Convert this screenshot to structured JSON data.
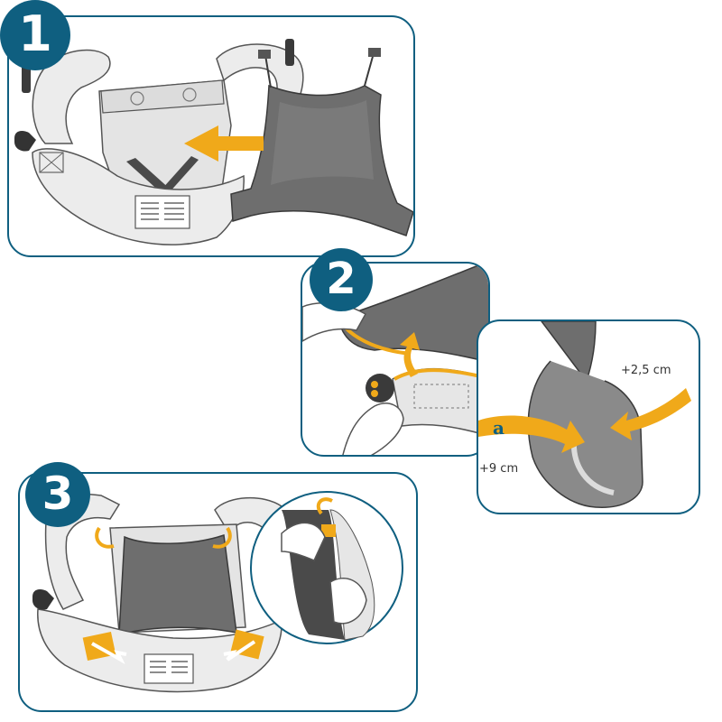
{
  "steps": [
    {
      "number": "1"
    },
    {
      "number": "2"
    },
    {
      "number": "3"
    }
  ],
  "detail": {
    "letter": "a",
    "measure_top": "+2,5 cm",
    "measure_bottom": "+9 cm"
  },
  "colors": {
    "frame": "#0f5f80",
    "arrow": "#f0a91a",
    "panel_grey": "#6e6e6e",
    "carrier_light": "#ececec"
  }
}
